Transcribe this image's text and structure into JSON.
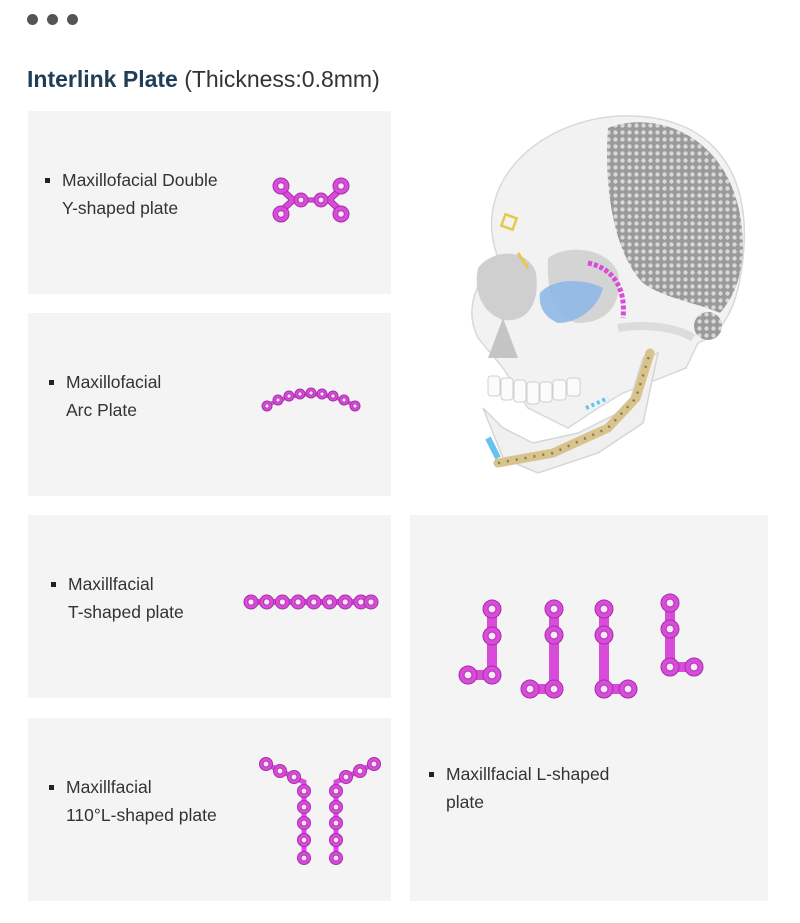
{
  "header": {
    "title_main": "Interlink Plate",
    "title_sub": "(Thickness:0.8mm)"
  },
  "products": [
    {
      "id": "double-y",
      "lines": [
        "Maxillofacial Double",
        "Y-shaped plate"
      ]
    },
    {
      "id": "arc",
      "lines": [
        "Maxillofacial",
        "Arc Plate"
      ]
    },
    {
      "id": "t-shaped",
      "lines": [
        "Maxillfacial",
        "T-shaped plate"
      ]
    },
    {
      "id": "l-110",
      "lines": [
        "Maxillfacial",
        "110°L-shaped plate"
      ]
    },
    {
      "id": "l-shaped",
      "lines": [
        "Maxillfacial L-shaped",
        "plate"
      ]
    }
  ],
  "colors": {
    "plate": "#d94cd9",
    "panel": "#f4f4f4",
    "title": "#1f3d55"
  }
}
